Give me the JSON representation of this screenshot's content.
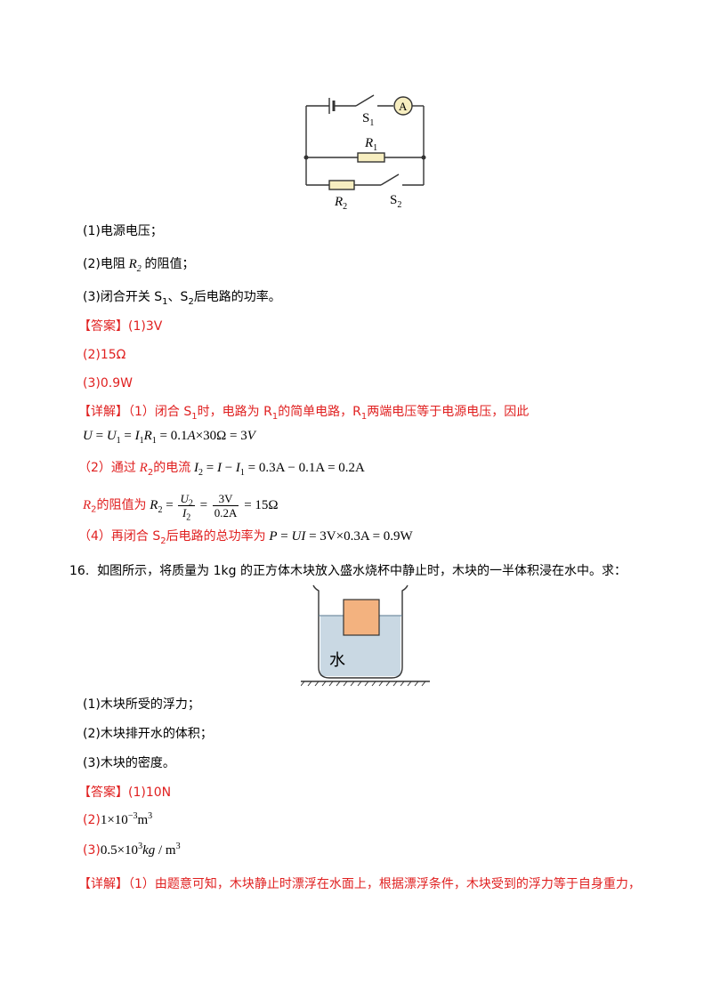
{
  "circuit": {
    "s1": "S",
    "s1_sub": "1",
    "r1": "R",
    "r1_sub": "1",
    "r2": "R",
    "r2_sub": "2",
    "s2": "S",
    "s2_sub": "2",
    "ammeter": "A"
  },
  "q15": {
    "items": [
      "(1)电源电压；",
      "(2)电阻",
      "的阻值；",
      "(3)闭合开关 S",
      "、S",
      "后电路的功率。"
    ],
    "answer_label": "【答案】",
    "answer1": "(1)3V",
    "answer2": "(2)15Ω",
    "answer3": "(3)0.9W",
    "detail_label": "【详解】",
    "detail1_a": "（1）闭合 S",
    "detail1_b": "时，电路为 R",
    "detail1_c": "的简单电路，R",
    "detail1_d": "两端电压等于电源电压，因此",
    "detail2": "（2）通过",
    "detail2_b": "的电流",
    "detail3_b": "的阻值为",
    "detail4": "（4）再闭合 S",
    "detail4_b": "后电路的总功率为"
  },
  "q16": {
    "number": "16.",
    "stem": "如图所示，将质量为 1kg 的正方体木块放入盛水烧杯中静止时，木块的一半体积浸在水中。求：",
    "water_label": "水",
    "items": [
      "(1)木块所受的浮力；",
      "(2)木块排开水的体积；",
      "(3)木块的密度。"
    ],
    "answer_label": "【答案】",
    "answer1": "(1)10N",
    "answer2_prefix": "(2)",
    "answer3_prefix": "(3)",
    "detail_label": "【详解】",
    "detail1": "（1）由题意可知，木块静止时漂浮在水面上，根据漂浮条件，木块受到的浮力等于自身重力，"
  }
}
